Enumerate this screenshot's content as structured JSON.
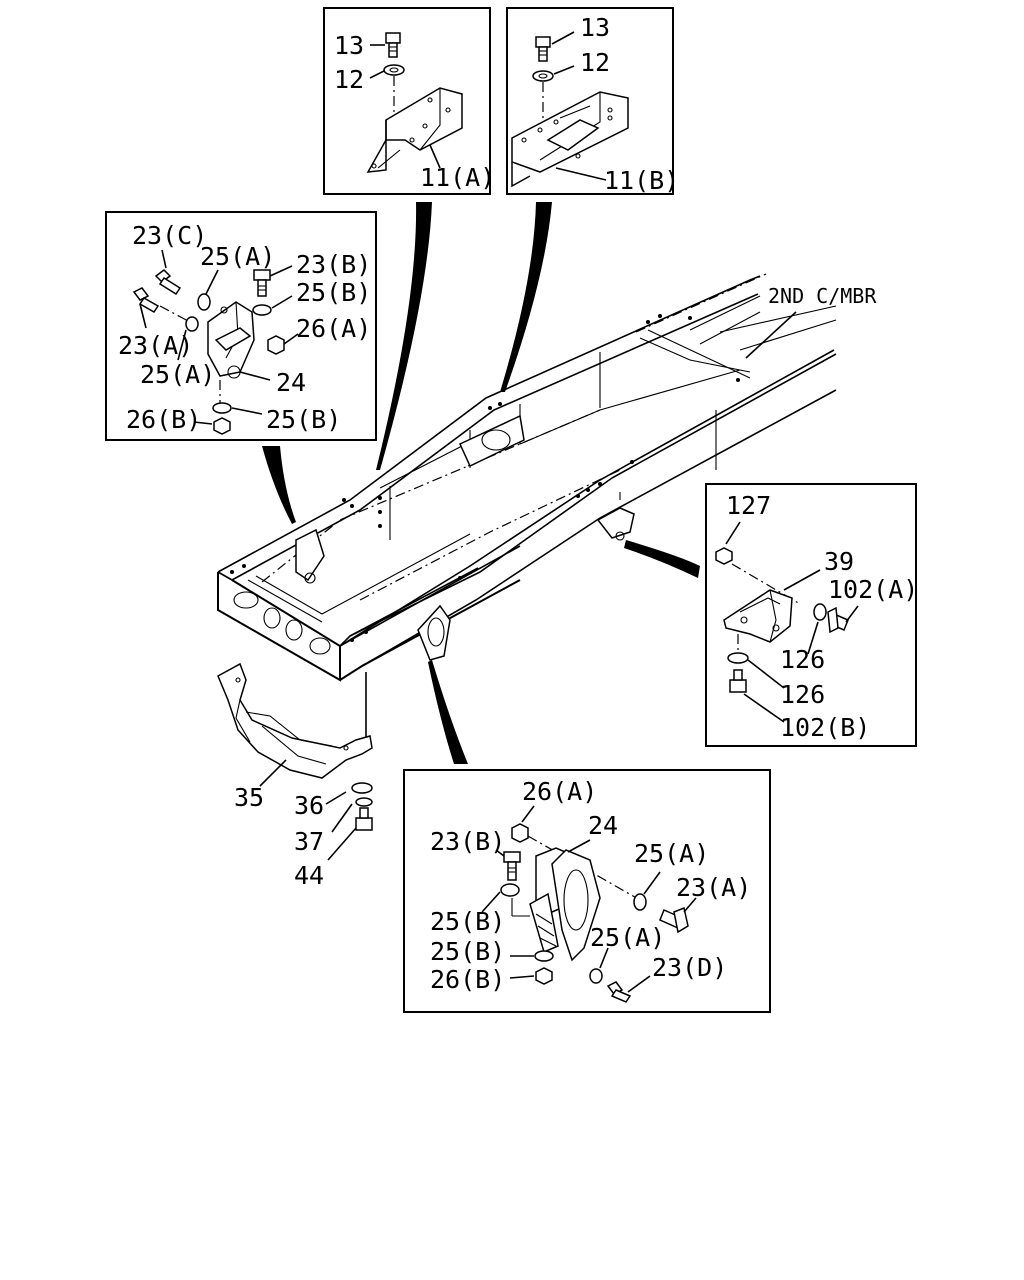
{
  "callouts": {
    "top_left": {
      "bolt": "13",
      "washer": "12",
      "bracket": "11(A)"
    },
    "top_right": {
      "bolt": "13",
      "washer": "12",
      "bracket": "11(B)"
    },
    "left": {
      "bolt_c": "23(C)",
      "washer_a_top": "25(A)",
      "bolt_b": "23(B)",
      "washer_b_top": "25(B)",
      "nut_a": "26(A)",
      "bolt_a": "23(A)",
      "washer_a_low": "25(A)",
      "hanger": "24",
      "nut_b": "26(B)",
      "washer_b_low": "25(B)"
    },
    "frame": {
      "cross_member": "2ND C/MBR"
    },
    "right": {
      "nut": "127",
      "bracket": "39",
      "bolt_a": "102(A)",
      "washer_1": "126",
      "washer_2": "126",
      "bolt_b": "102(B)"
    },
    "bottom": {
      "nut_a": "26(A)",
      "hanger": "24",
      "bolt_b": "23(B)",
      "washer_a_1": "25(A)",
      "bolt_a": "23(A)",
      "washer_b_1": "25(B)",
      "washer_a_2": "25(A)",
      "washer_b_2": "25(B)",
      "bolt_d": "23(D)",
      "nut_b": "26(B)"
    },
    "tank_bracket": {
      "bracket": "35",
      "washer_1": "36",
      "washer_2": "37",
      "bolt": "44"
    }
  }
}
